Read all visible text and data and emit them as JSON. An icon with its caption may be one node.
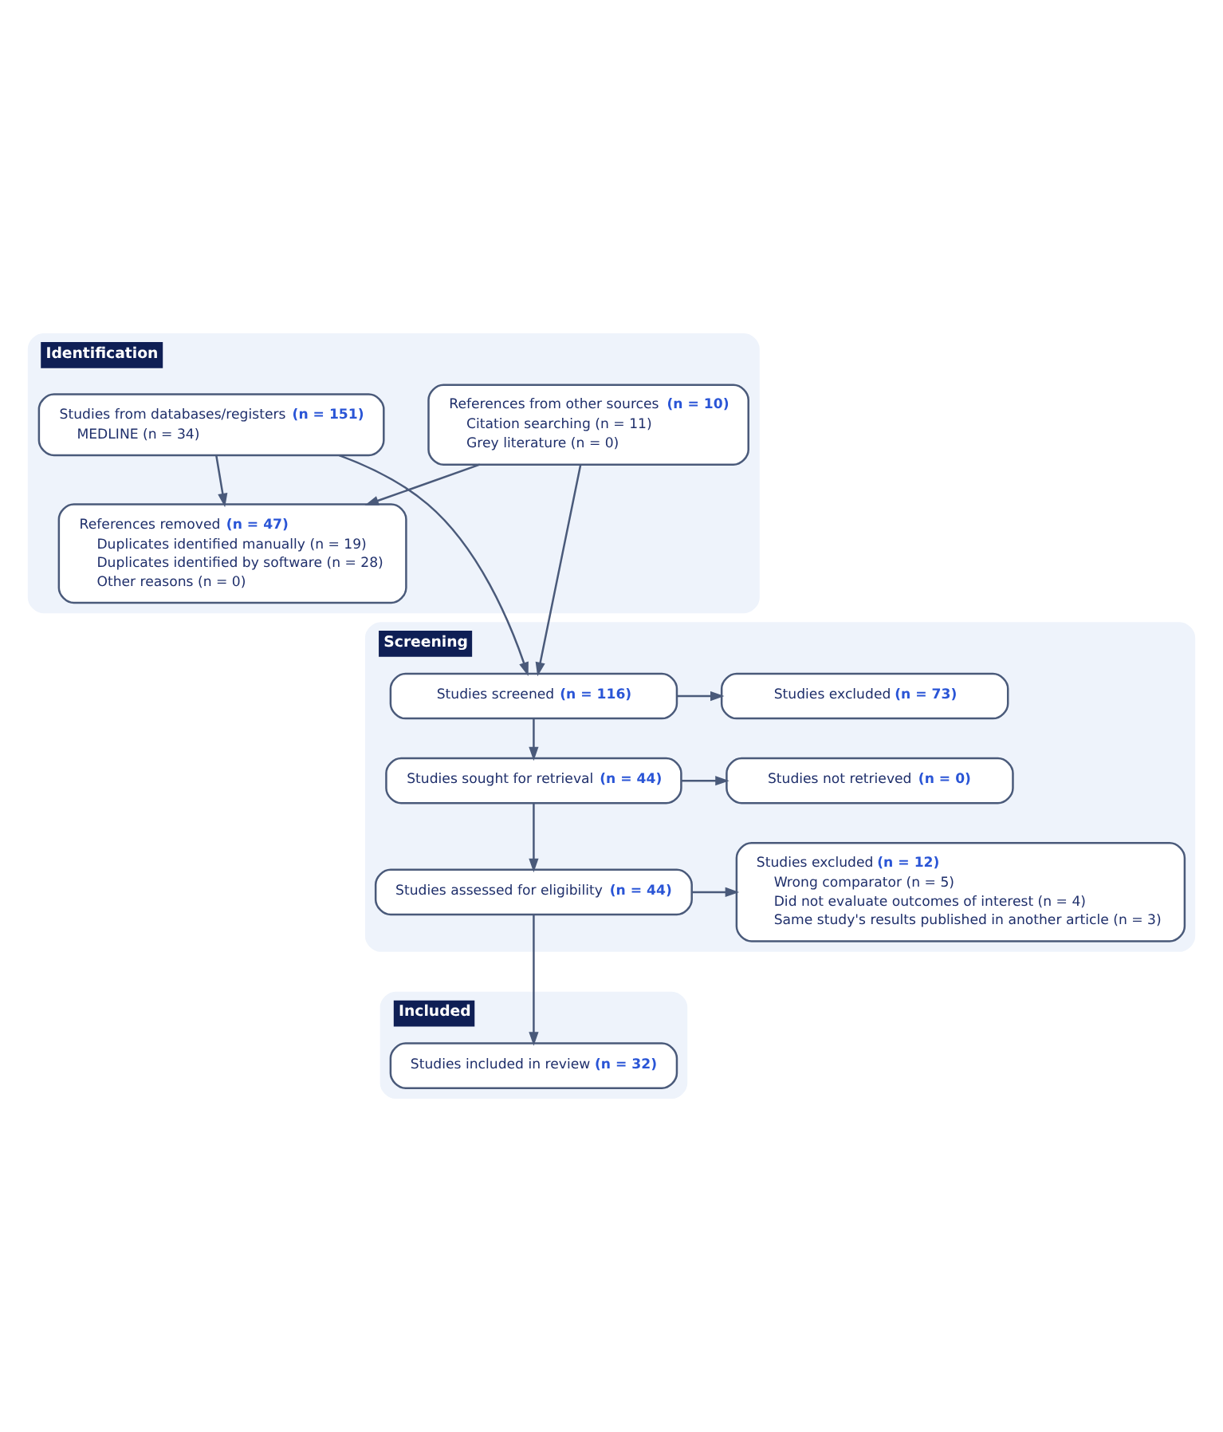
{
  "diagram": {
    "nodes": [
      {
        "text": [
          "Identification"
        ]
      },
      {
        "text": [
          "Studies from databases/registers **(n = 151)**",
          "MEDLINE (n = 34)"
        ],
        "in": 0
      },
      {
        "text": [
          "References from other sources **(n = 10)**",
          "Citation searching (n = 11)",
          "Grey literature (n = 0)"
        ],
        "in": 0
      },
      {
        "text": [
          "References removed **(n = 47)**",
          "Duplicates identified manually (n = 19)",
          "Duplicates identified by software (n = 28)",
          "Other reasons (n = 0)"
        ],
        "in": 0
      },
      {
        "text": [
          "Screening"
        ]
      },
      {
        "text": [
          "Studies screened **(n = 116)**"
        ],
        "in": 4
      },
      {
        "text": [
          "Studies excluded **(n = 73)**"
        ],
        "in": 4
      },
      {
        "text": [
          "Studies sought for retrieval **(n = 44)**"
        ],
        "in": 4
      },
      {
        "text": [
          "Studies not retrieved **(n = 0)**"
        ],
        "in": 4
      },
      {
        "text": [
          "Studies assessed for eligibility **(n = 44)**"
        ],
        "in": 4
      },
      {
        "text": [
          "Studies excluded **(n = 12)**",
          "Wrong comparator (n = 5)",
          "Did not evaluate outcomes of interest (n = 4)",
          "Same study's results published in another article (n = 3)"
        ],
        "in": 4
      },
      {
        "text": [
          "Included"
        ]
      },
      {
        "text": [
          "Studies included in review **(n = 32)**"
        ],
        "in": 11
      }
    ],
    "edges": [
      {
        "from": 1,
        "to": 3,
        "arrow": "to"
      },
      {
        "from": 2,
        "to": 3,
        "arrow": "to"
      },
      {
        "from": 1,
        "to": 5,
        "arrow": "to"
      },
      {
        "from": 2,
        "to": 5,
        "arrow": "to"
      },
      {
        "from": 5,
        "to": 6,
        "arrow": "to"
      },
      {
        "from": 5,
        "to": 7,
        "arrow": "to"
      },
      {
        "from": 7,
        "to": 8,
        "arrow": "to"
      },
      {
        "from": 7,
        "to": 9,
        "arrow": "to"
      },
      {
        "from": 9,
        "to": 10,
        "arrow": "to"
      },
      {
        "from": 9,
        "to": 12,
        "arrow": "to"
      }
    ]
  }
}
